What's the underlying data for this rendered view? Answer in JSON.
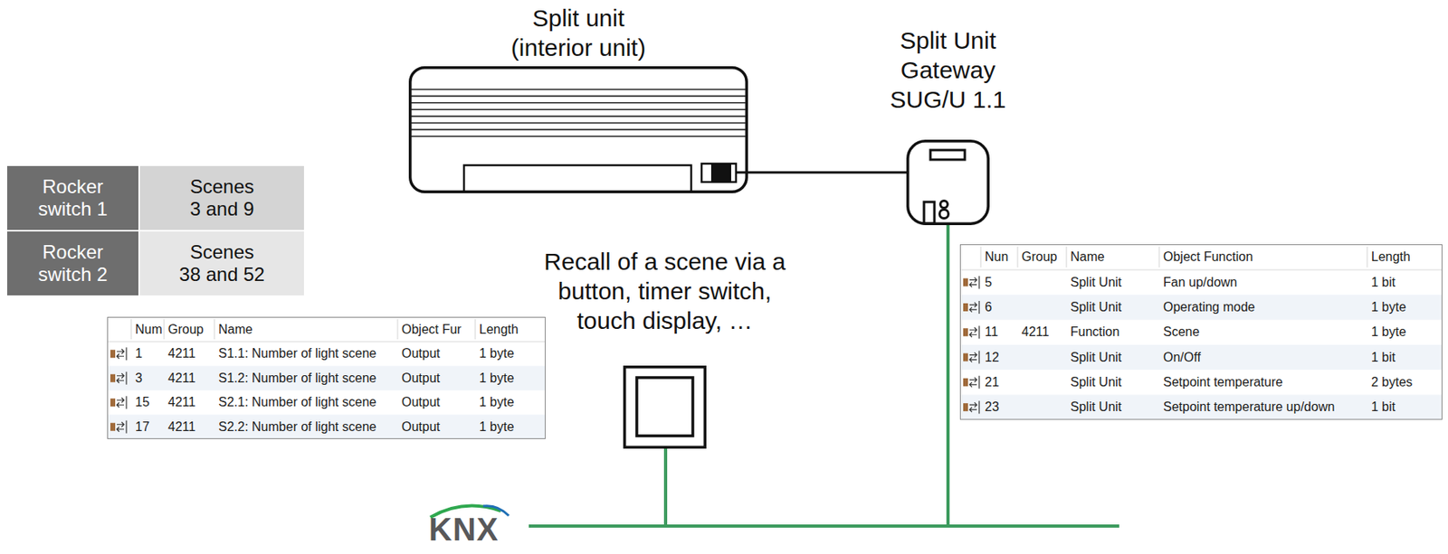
{
  "diagram": {
    "nodes": [
      {
        "text": [
          "Split unit (interior unit)"
        ]
      },
      {
        "text": [
          "Split Unit Gateway SUG/U 1.1"
        ]
      },
      {
        "text": [
          "Recall of a scene via a button, timer switch, touch display, …"
        ]
      }
    ],
    "edges": [
      {
        "from": 0,
        "to": 1,
        "arrow": "none"
      }
    ],
    "labels": [
      "Rocker switch 1",
      "Scenes 3 and 9",
      "Rocker switch 2",
      "Scenes 38 and 52",
      "Num",
      "Group",
      "Name",
      "Object Fur",
      "Length",
      "1",
      "4211",
      "S1.1: Number of light scene",
      "Output",
      "1 byte",
      "3",
      "4211",
      "S1.2: Number of light scene",
      "Output",
      "1 byte",
      "15",
      "4211",
      "S2.1: Number of light scene",
      "Output",
      "1 byte",
      "17",
      "4211",
      "S2.2: Number of light scene",
      "Output",
      "1 byte",
      "Nun",
      "Group",
      "Name",
      "Object Function",
      "Length",
      "5",
      "Split Unit",
      "Fan up/down",
      "1 bit",
      "6",
      "Split Unit",
      "Operating mode",
      "1 byte",
      "11",
      "4211",
      "Function",
      "Scene",
      "1 byte",
      "12",
      "Split Unit",
      "On/Off",
      "1 bit",
      "21",
      "Split Unit",
      "Setpoint temperature",
      "2 bytes",
      "23",
      "Split Unit",
      "Setpoint temperature up/down",
      "1 bit",
      "KNX"
    ]
  }
}
